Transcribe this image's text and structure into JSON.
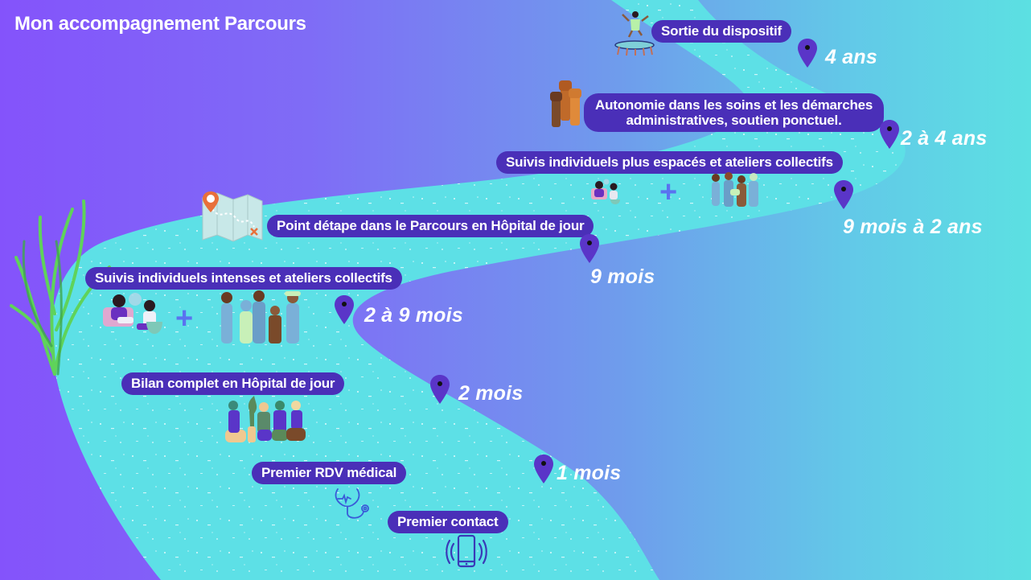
{
  "title": "Mon accompagnement Parcours",
  "colors": {
    "background_left": "#8453fb",
    "background_right": "#5ce0e2",
    "road": "#5de0e6",
    "pill": "#4a2fb8",
    "pin": "#5a35c8",
    "text": "#ffffff",
    "plus": "#5a72f0",
    "plant": "#5fd35a"
  },
  "steps": [
    {
      "label": "Premier contact",
      "time": "",
      "icon": "smartphone-icon"
    },
    {
      "label": "Premier RDV médical",
      "time": "1 mois",
      "icon": "stethoscope-icon"
    },
    {
      "label": "Bilan complet  en Hôpital de jour",
      "time": "2 mois",
      "icon": "group-sitting-women-icon"
    },
    {
      "label": "Suivis individuels intenses et ateliers collectifs",
      "time": "2 à 9 mois",
      "icon": "consultation-plus-group-icon",
      "plus": "+"
    },
    {
      "label": "Point détape dans le Parcours  en Hôpital de jour",
      "time": "9 mois",
      "icon": "map-icon"
    },
    {
      "label": "Suivis individuels plus espacés et ateliers collectifs",
      "time": "9 mois à 2 ans",
      "icon": "consultation-plus-group-icon",
      "plus": "+"
    },
    {
      "label_line1": "Autonomie dans les soins et les démarches",
      "label_line2": "administratives, soutien ponctuel.",
      "time": "2 à 4 ans",
      "icon": "raised-fists-icon"
    },
    {
      "label": "Sortie du dispositif",
      "time": "4 ans",
      "icon": "trampoline-jump-icon"
    }
  ]
}
